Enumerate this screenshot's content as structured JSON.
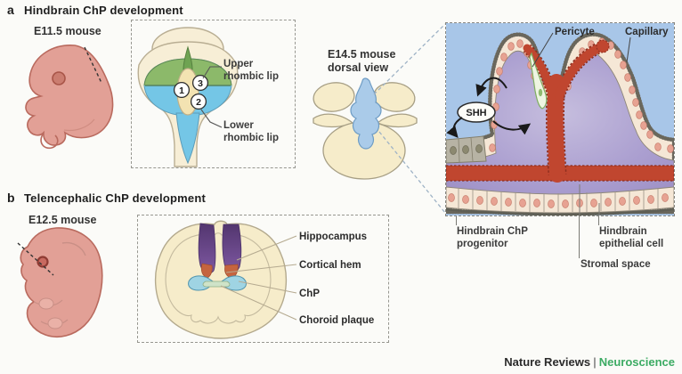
{
  "panel_a": {
    "letter": "a",
    "title": "Hindbrain ChP development",
    "embryo_label": "E11.5 mouse",
    "diagram": {
      "upper_label": "Upper rhombic lip",
      "lower_label": "Lower rhombic lip",
      "zone_1": "1",
      "zone_2": "2",
      "zone_3": "3"
    },
    "dorsal_label": "E14.5 mouse dorsal view",
    "inset": {
      "pericyte": "Pericyte",
      "capillary": "Capillary",
      "shh": "SHH",
      "progenitor": "Hindbrain ChP progenitor",
      "epithelial": "Hindbrain epithelial cell",
      "stromal": "Stromal space"
    }
  },
  "panel_b": {
    "letter": "b",
    "title": "Telencephalic ChP development",
    "embryo_label": "E12.5 mouse",
    "labels": {
      "hippocampus": "Hippocampus",
      "cortical_hem": "Cortical hem",
      "chp": "ChP",
      "choroid_plaque": "Choroid plaque"
    }
  },
  "footer": {
    "journal": "Nature Reviews",
    "separator": "|",
    "subject": "Neuroscience"
  },
  "colors": {
    "accent_green": "#3cab63",
    "embryo_pink": "#e2a096",
    "brain_cream": "#f6ecca",
    "upper_rhombic_green": "#8cb96a",
    "ventricle_blue": "#74c6e6",
    "inset_background_blue": "#a8c6e8",
    "stroma_purple": "#a89cce",
    "vessel_red": "#c0462f",
    "hippocampus_purple": "#5a3c7c",
    "cortical_hem_orange": "#c5643f",
    "chp_blue": "#9fd4e3"
  }
}
